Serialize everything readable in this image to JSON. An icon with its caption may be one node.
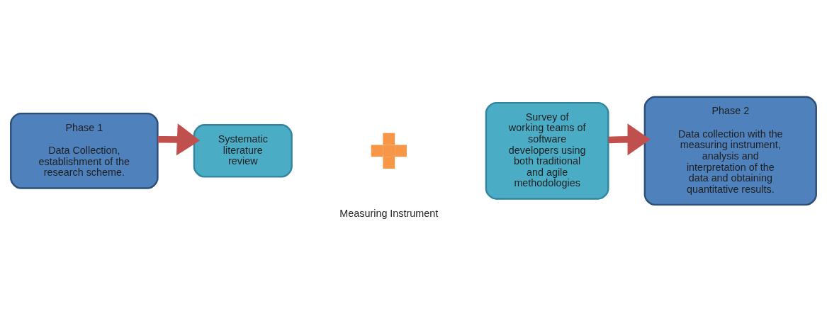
{
  "diagram": {
    "nodes": [
      {
        "text": [
          "Phase 1",
          "Data Collection, establishment of the research scheme."
        ]
      },
      {
        "text": [
          "Systematic literature review"
        ]
      },
      {
        "text": [],
        "shape": "cross"
      },
      {
        "text": [
          "Survey of working teams of software developers using both traditional and agile methodologies"
        ]
      },
      {
        "text": [
          "Phase 2",
          "Data collection with the measuring instrument, analysis and interpretation of the data and obtaining quantitative results."
        ]
      }
    ],
    "edges": [
      {
        "from": 0,
        "to": 1,
        "arrow": "to"
      },
      {
        "from": 3,
        "to": 4,
        "arrow": "to"
      }
    ],
    "labels": [
      "Measuring Instrument"
    ]
  }
}
